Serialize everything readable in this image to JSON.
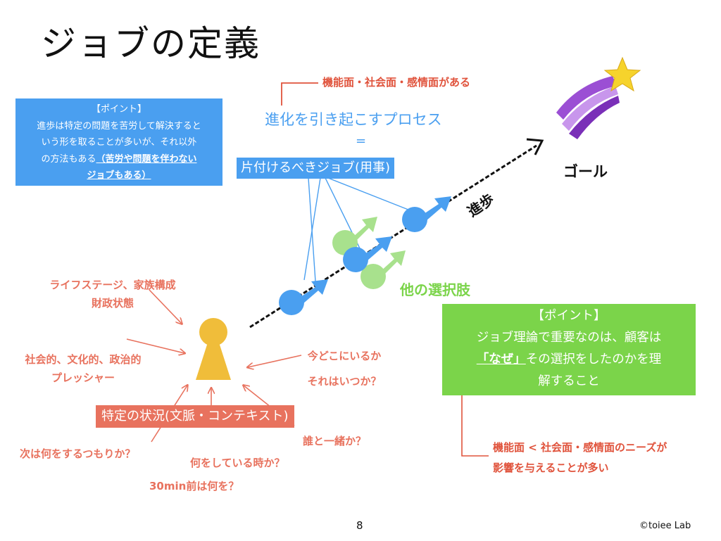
{
  "slide": {
    "title": "ジョブの定義",
    "page_number": "8",
    "copyright": "©toiee Lab"
  },
  "top_note": "機能面・社会面・感情面がある",
  "process": {
    "line1": "進化を引き起こすプロセス",
    "equals": "=",
    "job_box": "片付けるべきジョブ(用事)"
  },
  "goal_label": "ゴール",
  "progress_label": "進歩",
  "alternatives_label": "他の選択肢",
  "point_left": {
    "heading": "【ポイント】",
    "line1": "進歩は特定の問題を苦労して解決すると",
    "line2": "いう形を取ることが多いが、それ以外",
    "line3_plain": "の方法もある",
    "line3_underline": "（苦労や問題を伴わない",
    "line4_underline": "ジョブもある）"
  },
  "point_right": {
    "heading": "【ポイント】",
    "line1": "ジョブ理論で重要なのは、顧客は",
    "naze": "「なぜ」",
    "line2_rest": "その選択をしたのかを理",
    "line3": "解すること"
  },
  "right_note": {
    "line1": "機能面 < 社会面・感情面のニーズが",
    "line2": "影響を与えることが多い"
  },
  "context_box": "特定の状況(文脈・コンテキスト)",
  "context_labels": {
    "life_stage_1": "ライフステージ、家族構成",
    "life_stage_2": "財政状態",
    "pressure_1": "社会的、文化的、政治的",
    "pressure_2": "プレッシャー",
    "where_1": "今どこにいるか",
    "where_2": "それはいつか？",
    "next": "次は何をするつもりか？",
    "doing": "何をしている時か？",
    "before": "30min前は何を？",
    "with_whom": "誰と一緒か？"
  },
  "colors": {
    "blue": "#4a9ff0",
    "green": "#7bd44a",
    "light_green": "#a8e18d",
    "salmon": "#e8725e",
    "red_text": "#e0533c",
    "person": "#f0bd3a",
    "star": "#f6d32c",
    "tail_purple": "#9b4fd4"
  },
  "icons": [
    "person-icon",
    "shooting-star-icon"
  ]
}
